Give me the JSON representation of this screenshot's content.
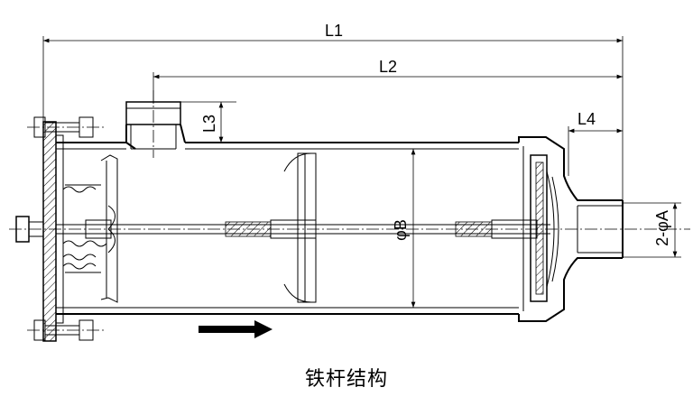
{
  "dimensions": {
    "L1": "L1",
    "L2": "L2",
    "L3": "L3",
    "L4": "L4",
    "B": "φB",
    "A": "2-φA"
  },
  "caption": "铁杆结构"
}
